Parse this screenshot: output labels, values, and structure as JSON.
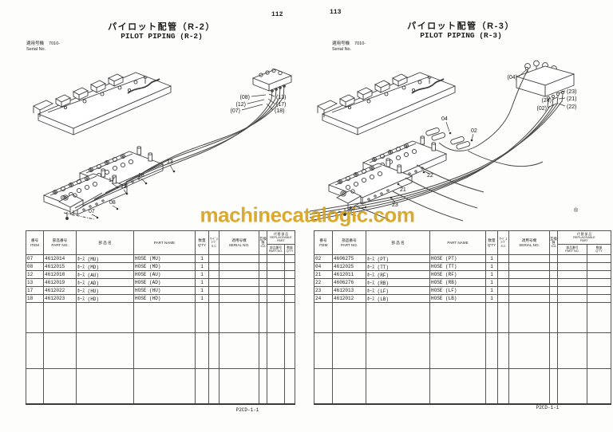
{
  "watermark": {
    "text": "machinecatalogic.com",
    "color": "#d6a41e"
  },
  "table_headers": {
    "item_jp": "番号",
    "item_en": "ITEM",
    "part_no_jp": "部品番号",
    "part_no_en": "PART NO.",
    "name_jp": "部 品 名",
    "part_name_en": "PART NAME",
    "qty_jp": "数量",
    "qty_en": "Q'TY",
    "sc_jp1": "ｻｰﾋﾞｽ",
    "sc_jp2": "ｺｰﾄﾞ",
    "sc_en": "S.C",
    "serial_jp": "適用号機",
    "serial_en": "SERIAL NO.",
    "compat_jp": "互換性",
    "compat_en": "ICA",
    "repl_jp": "代 替 部 品",
    "repl_en": "REPLACEABLE",
    "repl_en2": "PART",
    "repl_part_jp": "部品番号",
    "repl_part_en": "PART NO.",
    "repl_qty_jp": "数量",
    "repl_qty_en": "Q'TY"
  },
  "pages": [
    {
      "number": "112",
      "title_jp": "パイロット配管（R-2）",
      "title_en": "PILOT PIPING (R-2)",
      "serial_label_jp": "適用号機",
      "serial_value": "7010-",
      "serial_label_en": "Serial No.",
      "footer": "P2CD-1-1",
      "callouts": [
        "(08)",
        "(12)",
        "(07)",
        "(13)",
        "(17)",
        "(18)"
      ],
      "part_labels": [
        "13",
        "18",
        "17",
        "12",
        "08",
        "07"
      ],
      "rows": [
        {
          "item": "07",
          "part_no": "4612014",
          "name_jp": "ﾎｰｽ (MU)",
          "name_en": "HOSE (MU)",
          "qty": "1"
        },
        {
          "item": "08",
          "part_no": "4612015",
          "name_jp": "ﾎｰｽ (MD)",
          "name_en": "HOSE (MD)",
          "qty": "1"
        },
        {
          "item": "12",
          "part_no": "4612018",
          "name_jp": "ﾎｰｽ (AU)",
          "name_en": "HOSE (AU)",
          "qty": "1"
        },
        {
          "item": "13",
          "part_no": "4612019",
          "name_jp": "ﾎｰｽ (AD)",
          "name_en": "HOSE (AD)",
          "qty": "1"
        },
        {
          "item": "17",
          "part_no": "4612022",
          "name_jp": "ﾎｰｽ (HU)",
          "name_en": "HOSE (HU)",
          "qty": "1"
        },
        {
          "item": "18",
          "part_no": "4612023",
          "name_jp": "ﾎｰｽ (HD)",
          "name_en": "HOSE (HD)",
          "qty": "1"
        }
      ]
    },
    {
      "number": "113",
      "title_jp": "パイロット配管（R-3）",
      "title_en": "PILOT PIPING (R-3)",
      "serial_label_jp": "適用号機",
      "serial_value": "7010-",
      "serial_label_en": "Serial No.",
      "footer": "P2CD-1-1",
      "reg_mark": "®",
      "callouts": [
        "(04)",
        "(23)",
        "(24)",
        "(21)",
        "(02)",
        "(22)"
      ],
      "part_labels": [
        "04",
        "02",
        "22",
        "21",
        "23",
        "24"
      ],
      "rows": [
        {
          "item": "02",
          "part_no": "4606275",
          "name_jp": "ﾎｰｽ (PT)",
          "name_en": "HOSE (PT)",
          "qty": "1"
        },
        {
          "item": "04",
          "part_no": "4612025",
          "name_jp": "ﾎｰｽ (TT)",
          "name_en": "HOSE (TT)",
          "qty": "1"
        },
        {
          "item": "21",
          "part_no": "4612011",
          "name_jp": "ﾎｰｽ (RF)",
          "name_en": "HOSE (RF)",
          "qty": "1"
        },
        {
          "item": "22",
          "part_no": "4606276",
          "name_jp": "ﾎｰｽ (RB)",
          "name_en": "HOSE (RB)",
          "qty": "1"
        },
        {
          "item": "23",
          "part_no": "4612013",
          "name_jp": "ﾎｰｽ (LF)",
          "name_en": "HOSE (LF)",
          "qty": "1"
        },
        {
          "item": "24",
          "part_no": "4612012",
          "name_jp": "ﾎｰｽ (LB)",
          "name_en": "HOSE (LB)",
          "qty": "1"
        }
      ]
    }
  ]
}
